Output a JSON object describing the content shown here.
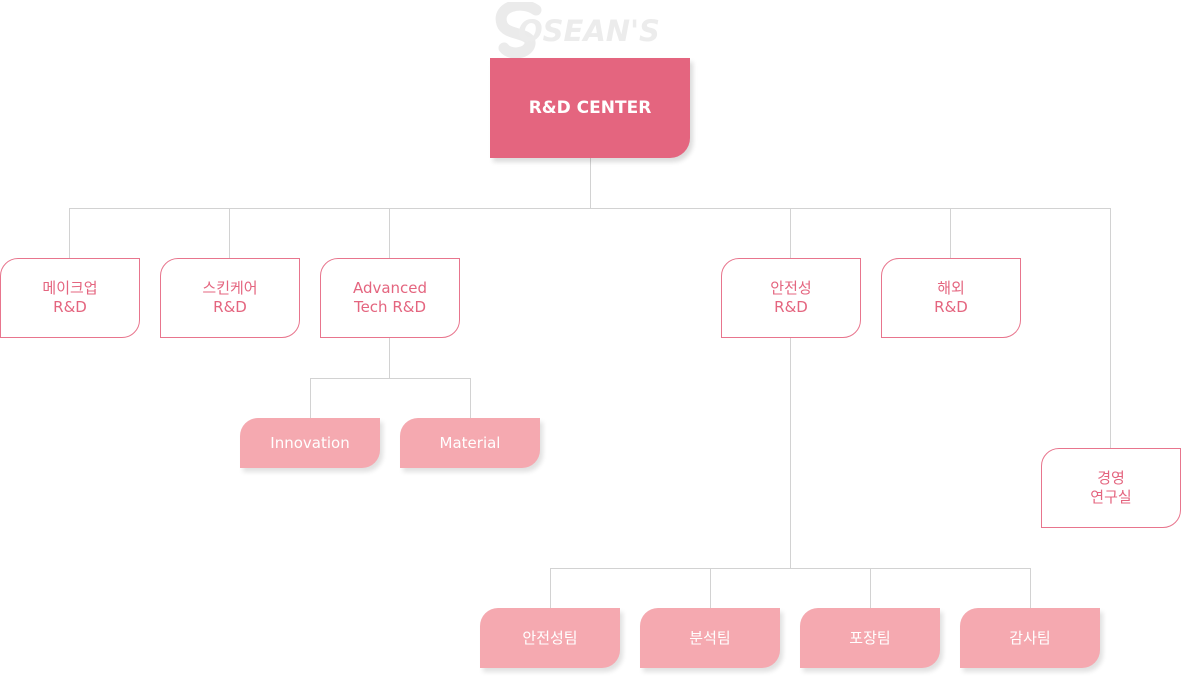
{
  "logo": {
    "text": "OSEAN'S"
  },
  "root": {
    "label": "R&D CENTER"
  },
  "departments": [
    {
      "id": "makeup",
      "lines": [
        "메이크업",
        "R&D"
      ]
    },
    {
      "id": "skincare",
      "lines": [
        "스킨케어",
        "R&D"
      ]
    },
    {
      "id": "advanced",
      "lines": [
        "Advanced",
        "Tech R&D"
      ]
    },
    {
      "id": "safety",
      "lines": [
        "안전성",
        "R&D"
      ]
    },
    {
      "id": "overseas",
      "lines": [
        "해외",
        "R&D"
      ]
    },
    {
      "id": "management",
      "lines": [
        "경영",
        "연구실"
      ]
    }
  ],
  "advanced_teams": [
    "Innovation",
    "Material"
  ],
  "safety_teams": [
    "안전성팀",
    "분석팀",
    "포장팀",
    "감사팀"
  ],
  "colors": {
    "primary": "#e4657f",
    "team_fill": "#f5a9b0",
    "line": "#cfcfcf",
    "logo": "#ececec"
  }
}
